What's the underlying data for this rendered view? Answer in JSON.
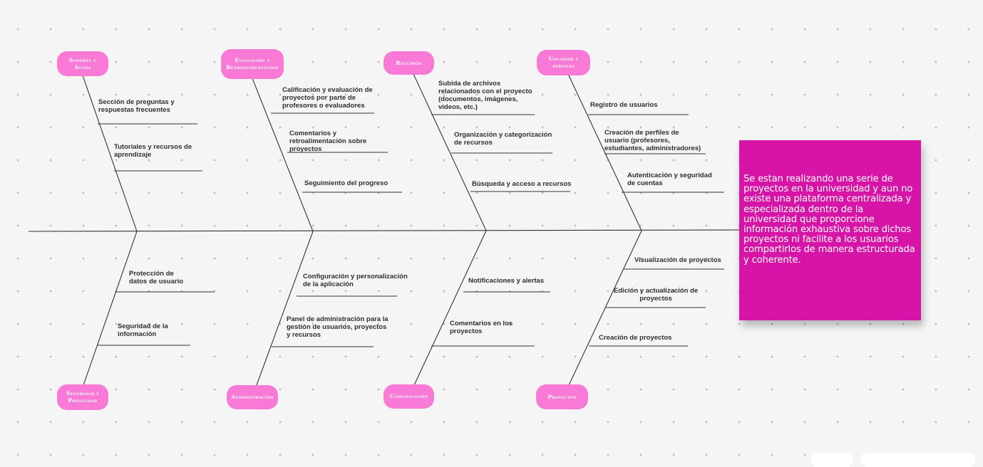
{
  "categories": {
    "soporte": "Soporte y Ayuda",
    "evaluacion": "Evaluación y Retroalimentación",
    "recursos": "Recursos",
    "usuarios": "Usuarios y perfiles",
    "seguridad": "Seguridad y Privacidad",
    "administracion": "Administración",
    "comunicacion": "Comunicación",
    "proyectos": "Proyectos"
  },
  "causes": {
    "soporte": [
      "Sección de preguntas y respuestas frecuentes",
      "Tutoriales y recursos de aprendizaje"
    ],
    "evaluacion": [
      "Calificación y evaluación de proyectos por parte de profesores o evaluadores",
      "Comentarios y retroalimentación sobre proyectos",
      "Seguimiento del progreso"
    ],
    "recursos": [
      "Subida de archivos relacionados con el proyecto (documentos, imágenes, videos, etc.)",
      "Organización y categorización de recursos",
      "Búsqueda y acceso a recursos"
    ],
    "usuarios": [
      "Registro de usuarios",
      "Creación de perfiles de usuario (profesores, estudiantes, administradores)",
      "Autenticación y seguridad de cuentas"
    ],
    "seguridad": [
      "Protección de datos de usuario",
      "Seguridad de la información"
    ],
    "administracion": [
      "Configuración y personalización de la aplicación",
      "Panel de administración para la gestión de usuarios, proyectos y recursos"
    ],
    "comunicacion": [
      "Notificaciones y alertas",
      "Comentarios en los proyectos"
    ],
    "proyectos": [
      "Visualización de proyectos",
      "Edición y actualización de proyectos",
      "Creación de proyectos"
    ]
  },
  "problem": "Se estan realizando una serie de proyectos en la universidad y aun no existe una plataforma centralizada y especializada dentro de la universidad que proporcione información exhaustiva sobre dichos proyectos ni facilite a los usuarios compartirlos de manera estructurada y coherente.",
  "colors": {
    "pill": "#f879d6",
    "problem_box": "#d614a7",
    "line": "#333333"
  }
}
